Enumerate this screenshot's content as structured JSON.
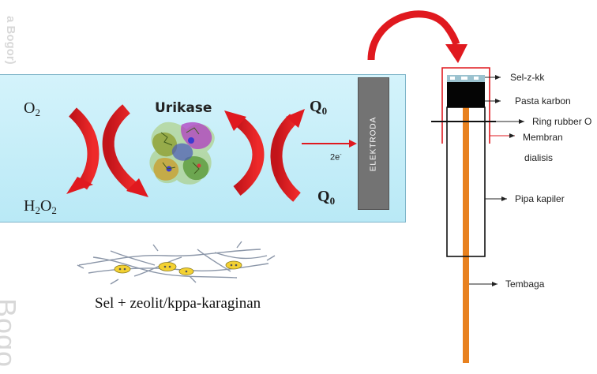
{
  "watermark": {
    "top": "a Bogor)",
    "bottom": "Bogo"
  },
  "reaction": {
    "enzyme": "Urikase",
    "o2": {
      "base": "O",
      "sub": "2"
    },
    "h2o2": {
      "base1": "H",
      "sub1": "2",
      "base2": "O",
      "sub2": "2"
    },
    "q_top": {
      "base": "Q",
      "sub": "0"
    },
    "q_bottom": {
      "base": "Q",
      "sub": "0"
    },
    "electrons": {
      "base": "2e",
      "sup": "-"
    },
    "electrode": "ELEKTRODA"
  },
  "caption": "Sel + zeolit/kppa-karaginan",
  "sensor_labels": {
    "cell": "Sel-z-kk",
    "carbon_paste": "Pasta karbon",
    "ring": "Ring rubber O",
    "membrane_line1": "Membran",
    "membrane_line2": "dialisis",
    "capillary": "Pipa kapiler",
    "copper": "Tembaga"
  },
  "colors": {
    "arrow_red": "#e0191f",
    "panel_fill": "#c8eef8",
    "electrode": "#737373",
    "copper_wire": "#e8811f",
    "callout_arrow": "#e0191f"
  }
}
